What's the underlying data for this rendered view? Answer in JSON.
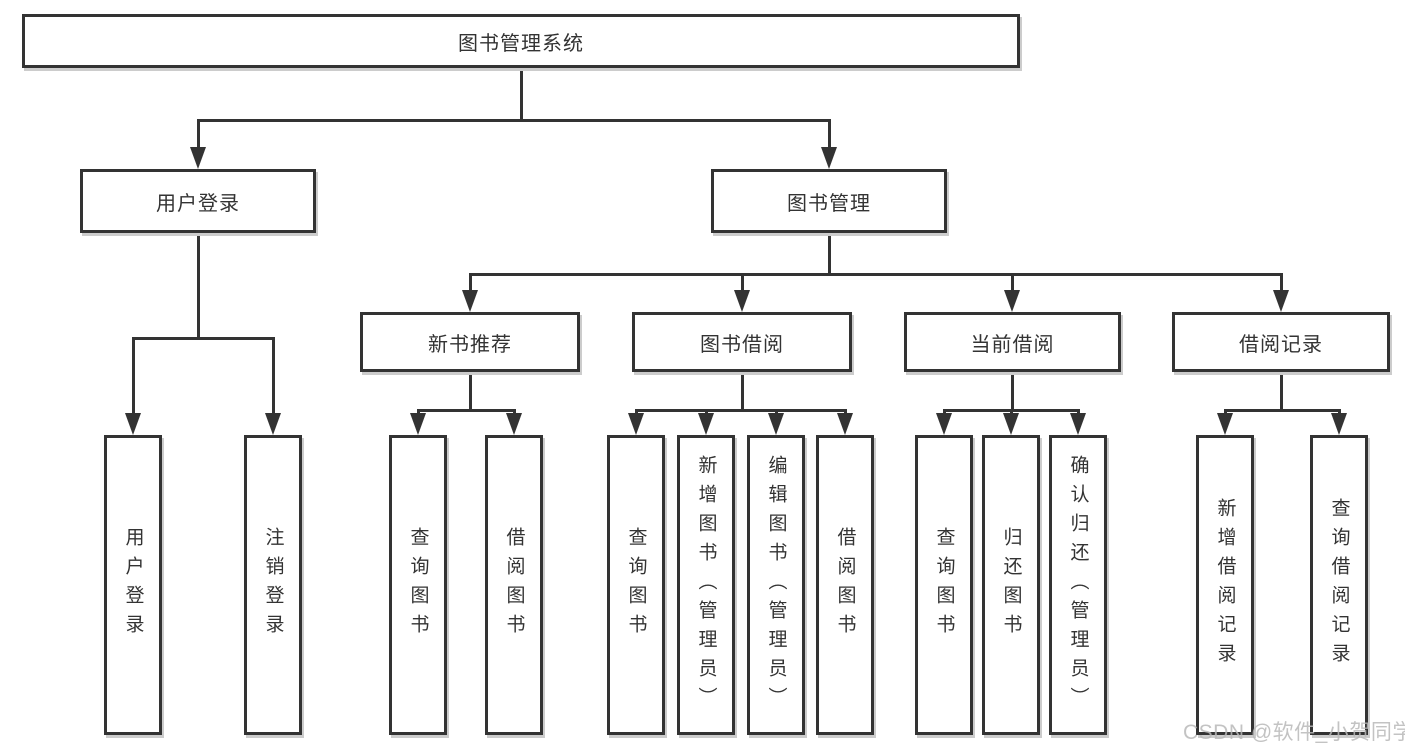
{
  "diagram": {
    "type": "hierarchy-flowchart",
    "root": {
      "label": "图书管理系统"
    },
    "level2": [
      {
        "label": "用户登录",
        "children": [
          {
            "label": "用户登录"
          },
          {
            "label": "注销登录"
          }
        ]
      },
      {
        "label": "图书管理",
        "children": [
          {
            "label": "新书推荐",
            "children": [
              {
                "label": "查询图书"
              },
              {
                "label": "借阅图书"
              }
            ]
          },
          {
            "label": "图书借阅",
            "children": [
              {
                "label": "查询图书"
              },
              {
                "label": "新增图书（管理员）"
              },
              {
                "label": "编辑图书（管理员）"
              },
              {
                "label": "借阅图书"
              }
            ]
          },
          {
            "label": "当前借阅",
            "children": [
              {
                "label": "查询图书"
              },
              {
                "label": "归还图书"
              },
              {
                "label": "确认归还（管理员）"
              }
            ]
          },
          {
            "label": "借阅记录",
            "children": [
              {
                "label": "新增借阅记录"
              },
              {
                "label": "查询借阅记录"
              }
            ]
          }
        ]
      }
    ]
  },
  "watermark": {
    "text": "CSDN @软件_小贺同学"
  },
  "colors": {
    "line": "#333333",
    "box_border": "#333333",
    "box_shadow": "#cccccc",
    "text": "#333333",
    "watermark": "#b9b9b9",
    "background": "#ffffff"
  }
}
